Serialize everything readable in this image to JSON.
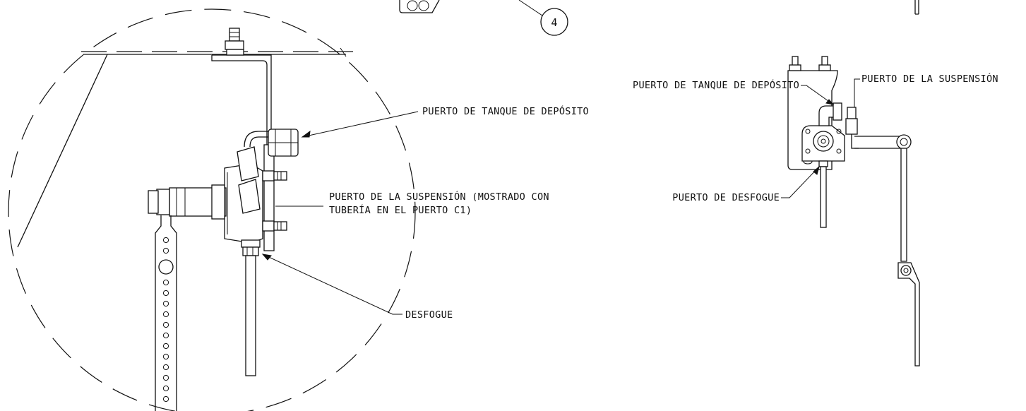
{
  "detail_view": {
    "callout_number": "4",
    "labels": {
      "reservoir_port": "PUERTO DE TANQUE DE DEPÓSITO",
      "suspension_port_line1": "PUERTO DE LA SUSPENSIÓN (MOSTRADO CON",
      "suspension_port_line2": "TUBERÍA EN EL PUERTO C1)",
      "exhaust": "DESFOGUE"
    }
  },
  "overview": {
    "labels": {
      "reservoir_port": "PUERTO DE TANQUE DE DEPÓSITO",
      "suspension_port": "PUERTO DE LA SUSPENSIÓN",
      "exhaust_port": "PUERTO DE DESFOGUE"
    }
  }
}
